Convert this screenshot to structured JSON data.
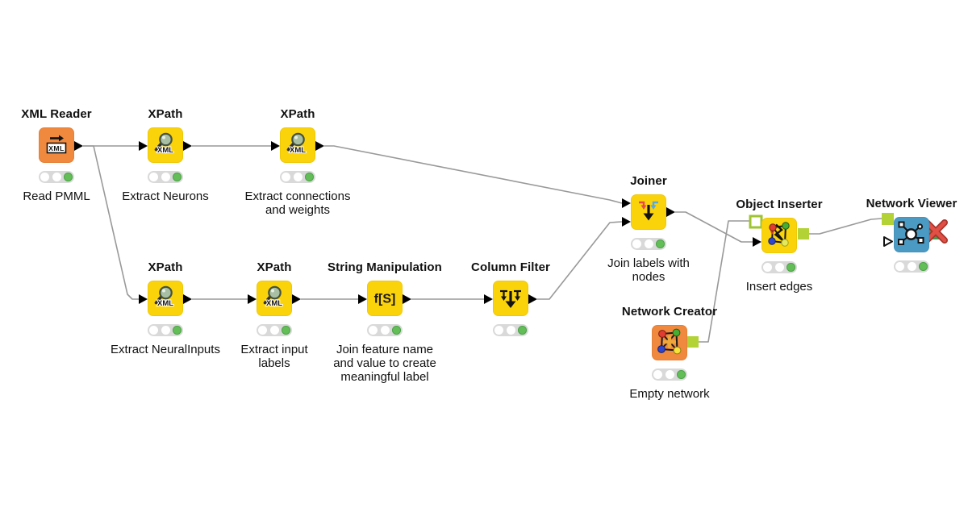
{
  "workflow": {
    "app": "KNIME workflow",
    "nodes": {
      "xml_reader": {
        "title": "XML Reader",
        "label": "Read PMML",
        "type": "Source",
        "status": "executed"
      },
      "xpath_neurons": {
        "title": "XPath",
        "label": "Extract Neurons",
        "type": "Manipulator",
        "status": "executed"
      },
      "xpath_connections": {
        "title": "XPath",
        "label_lines": [
          "Extract connections",
          "and weights"
        ],
        "type": "Manipulator",
        "status": "executed"
      },
      "xpath_neural_inputs": {
        "title": "XPath",
        "label": "Extract NeuralInputs",
        "type": "Manipulator",
        "status": "executed"
      },
      "xpath_input_labels": {
        "title": "XPath",
        "label_lines": [
          "Extract input",
          "labels"
        ],
        "type": "Manipulator",
        "status": "executed"
      },
      "string_manipulation": {
        "title": "String Manipulation",
        "label_lines": [
          "Join feature name",
          "and value to create",
          "meaningful label"
        ],
        "type": "Manipulator",
        "status": "executed"
      },
      "column_filter": {
        "title": "Column Filter",
        "label": "",
        "type": "Manipulator",
        "status": "executed"
      },
      "joiner": {
        "title": "Joiner",
        "label_lines": [
          "Join labels with",
          "nodes"
        ],
        "type": "Manipulator",
        "status": "executed"
      },
      "network_creator": {
        "title": "Network Creator",
        "label": "Empty network",
        "type": "Source",
        "status": "executed"
      },
      "object_inserter": {
        "title": "Object Inserter",
        "label": "Insert edges",
        "type": "Manipulator",
        "status": "executed"
      },
      "network_viewer": {
        "title": "Network Viewer",
        "label": "",
        "type": "View",
        "status": "executed"
      }
    },
    "icons": {
      "xml_reader": "xml-file-arrow-icon",
      "xpath": "magnifier-xml-icon",
      "string_manipulation": "f-of-s-icon",
      "column_filter": "column-filter-arrows-icon",
      "joiner": "join-arrows-icon",
      "network_creator": "network-graph-plus-icon",
      "object_inserter": "network-graph-insert-icon",
      "network_viewer": "network-view-icon"
    },
    "colors": {
      "source_node": "#F0883D",
      "manipulator_node": "#FBD30B",
      "view_node": "#4A9AC4",
      "network_port": "#B2D235",
      "image_port_green": "#3E9E4C",
      "status_green": "#64BE58",
      "wire": "#999999",
      "error_x_red": "#DB4437"
    }
  }
}
